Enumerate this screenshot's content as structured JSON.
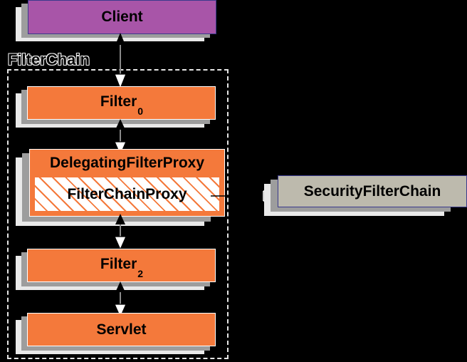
{
  "diagram": {
    "title": "Spring Security DelegatingFilterProxy / FilterChainProxy",
    "type": "architecture-block-diagram",
    "background_color": "#000000",
    "palette": {
      "client_fill": "#a855a8",
      "filter_fill": "#f4793b",
      "security_chain_fill": "#bdbaad",
      "hatch_fill": "#ffffff",
      "hatch_stripe": "#f4793b",
      "shadow_near": "#9d9d9d",
      "shadow_far": "#e9e9e9",
      "border_blue": "#3a3a8c",
      "border_white": "#ffffff",
      "dashed_border": "#e6e6e6",
      "text": "#000000"
    },
    "group": {
      "label": "FilterChain",
      "style": "dashed"
    },
    "nodes": [
      {
        "id": "client",
        "label": "Client",
        "subscript": "",
        "kind": "client"
      },
      {
        "id": "filter0",
        "label": "Filter",
        "subscript": "0",
        "kind": "filter"
      },
      {
        "id": "delegating-filter-proxy",
        "label": "DelegatingFilterProxy",
        "subscript": "",
        "kind": "composite"
      },
      {
        "id": "filter-chain-proxy",
        "label": "FilterChainProxy",
        "subscript": "",
        "kind": "hatched"
      },
      {
        "id": "filter2",
        "label": "Filter",
        "subscript": "2",
        "kind": "filter"
      },
      {
        "id": "servlet",
        "label": "Servlet",
        "subscript": "",
        "kind": "filter"
      },
      {
        "id": "security-filter-chain",
        "label": "SecurityFilterChain",
        "subscript": "",
        "kind": "chain"
      }
    ],
    "connectors": [
      {
        "id": "client-filter0",
        "from": "client",
        "to": "filter0",
        "style": "bidirectional"
      },
      {
        "id": "filter0-dfp",
        "from": "filter0",
        "to": "delegating-filter-proxy",
        "style": "bidirectional"
      },
      {
        "id": "dfp-filter2",
        "from": "delegating-filter-proxy",
        "to": "filter2",
        "style": "bidirectional"
      },
      {
        "id": "filter2-servlet",
        "from": "filter2",
        "to": "servlet",
        "style": "bidirectional"
      },
      {
        "id": "fcp-sfc",
        "from": "filter-chain-proxy",
        "to": "security-filter-chain",
        "style": "directed"
      }
    ]
  }
}
